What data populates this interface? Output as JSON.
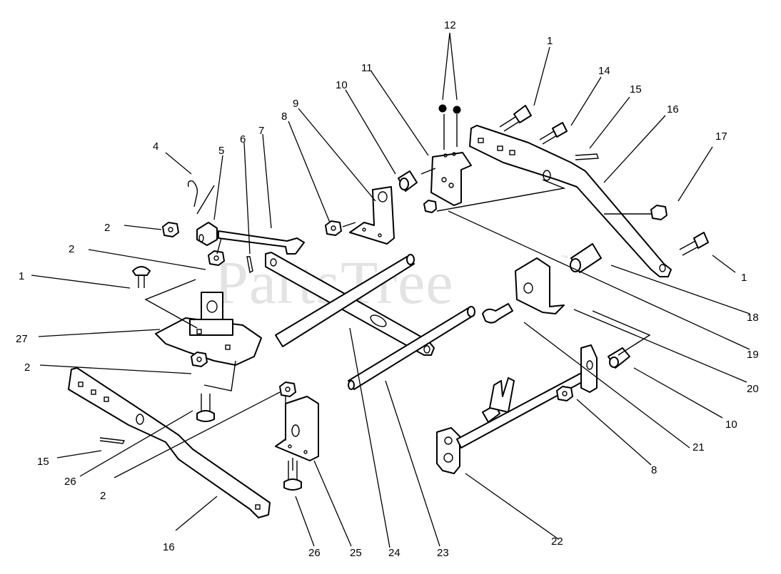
{
  "watermark": {
    "text": "PartsTree",
    "trademark": "™"
  },
  "callouts": {
    "c1a": "1",
    "c1b": "1",
    "c1c": "1",
    "c2a": "2",
    "c2b": "2",
    "c2c": "2",
    "c2d": "2",
    "c4": "4",
    "c5": "5",
    "c6": "6",
    "c7": "7",
    "c8a": "8",
    "c8b": "8",
    "c9": "9",
    "c10a": "10",
    "c10b": "10",
    "c11": "11",
    "c12": "12",
    "c14": "14",
    "c15a": "15",
    "c15b": "15",
    "c16a": "16",
    "c16b": "16",
    "c17": "17",
    "c18": "18",
    "c19": "19",
    "c20": "20",
    "c21": "21",
    "c22": "22",
    "c23": "23",
    "c24": "24",
    "c25": "25",
    "c26a": "26",
    "c26b": "26",
    "c27": "27"
  },
  "colors": {
    "line": "#000000",
    "background": "#ffffff",
    "watermark": "#d9d9d9"
  }
}
